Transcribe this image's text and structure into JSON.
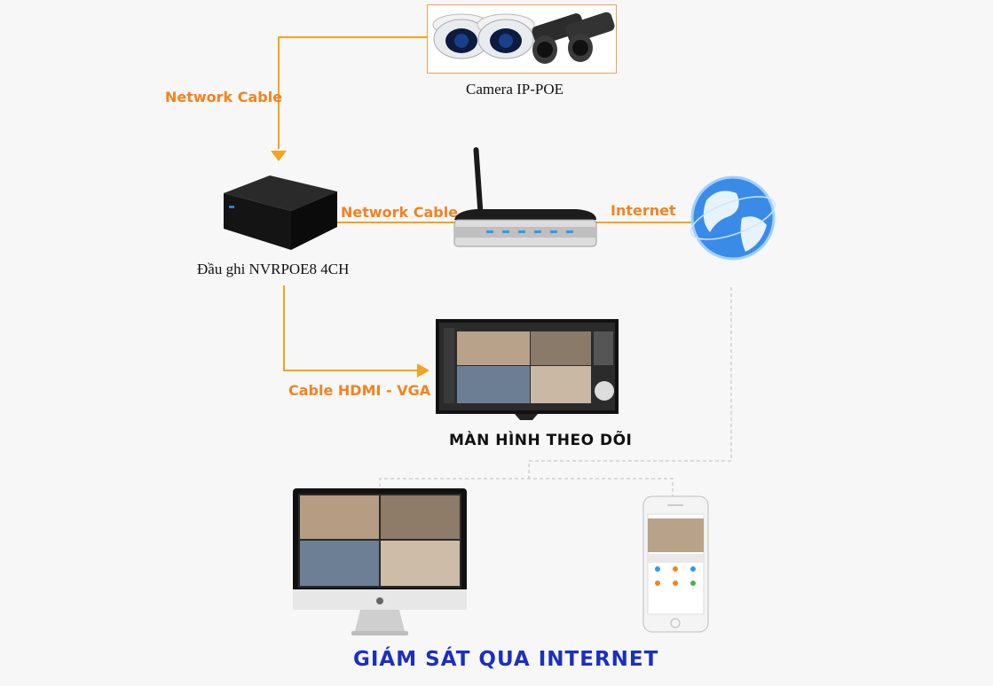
{
  "camera": {
    "label": "Camera IP-POE"
  },
  "nvr": {
    "label": "Đầu ghi NVRPOE8 4CH"
  },
  "cables": {
    "camera_to_nvr": "Network Cable",
    "nvr_to_router": "Network Cable",
    "router_to_internet": "Internet",
    "nvr_to_monitor": "Cable HDMI - VGA"
  },
  "monitor": {
    "label": "MÀN HÌNH THEO DÕI"
  },
  "footer": {
    "title": "GIÁM SÁT QUA INTERNET"
  },
  "colors": {
    "cable": "#f5821f",
    "footer_text": "#1b2fc0",
    "internet_line": "#c8c8c8"
  },
  "icons": [
    "dome-camera-icon",
    "bullet-camera-icon",
    "nvr-recorder-icon",
    "wifi-router-icon",
    "globe-icon",
    "monitor-icon",
    "desktop-computer-icon",
    "smartphone-icon",
    "apple-logo-icon"
  ]
}
